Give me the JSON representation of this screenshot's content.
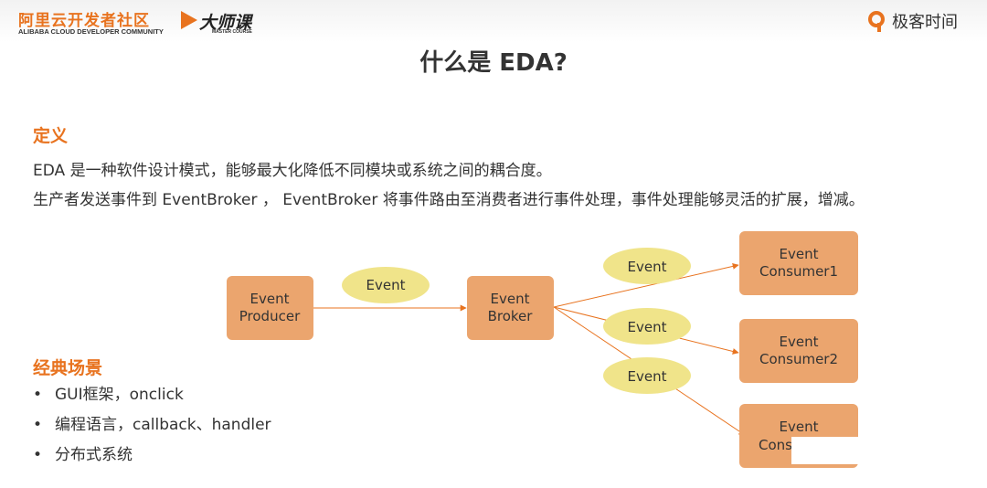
{
  "header": {
    "alibaba_cn": "阿里云开发者社区",
    "alibaba_en": "ALIBABA CLOUD DEVELOPER COMMUNITY",
    "master_course": "大师课",
    "master_course_en": "MASTER COURSE",
    "geektime": "极客时间",
    "brand_color": "#e8731f"
  },
  "title": "什么是 EDA?",
  "definition": {
    "heading": "定义",
    "line1": "EDA 是一种软件设计模式，能够最大化降低不同模块或系统之间的耦合度。",
    "line2": "生产者发送事件到 EventBroker ， EventBroker 将事件路由至消费者进行事件处理，事件处理能够灵活的扩展，增减。"
  },
  "use_cases": {
    "heading": "经典场景",
    "bullet": "•",
    "items": [
      "GUI框架，onclick",
      "编程语言，callback、handler",
      "分布式系统"
    ]
  },
  "diagram": {
    "node_color": "#eba56e",
    "event_color": "#f0e48a",
    "edge_color": "#e8731f",
    "nodes": {
      "producer": [
        "Event",
        "Producer"
      ],
      "broker": [
        "Event",
        "Broker"
      ],
      "consumer1": [
        "Event",
        "Consumer1"
      ],
      "consumer2": [
        "Event",
        "Consumer2"
      ],
      "consumer3": [
        "Event",
        "Cons"
      ]
    },
    "event_label": "Event"
  }
}
